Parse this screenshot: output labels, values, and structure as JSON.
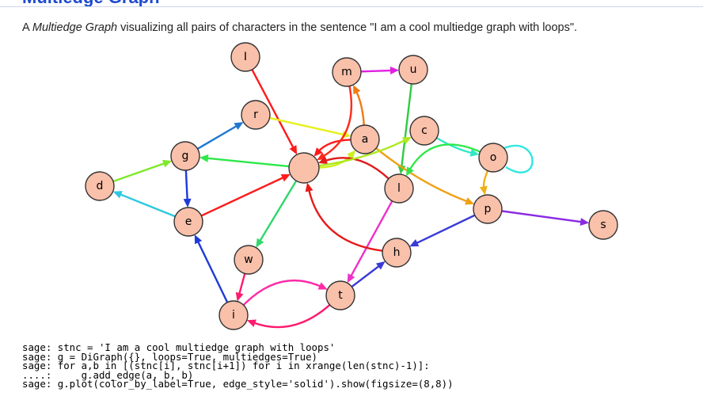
{
  "section": {
    "heading": "Multiedge Graph",
    "description": {
      "prefix": "A ",
      "emphasis": "Multiedge Graph",
      "suffix": " visualizing all pairs of characters in the sentence \"I am a cool multiedge graph with loops\"."
    }
  },
  "graph": {
    "node_fill": "#f9c0aa",
    "node_stroke": "#333333",
    "nodes": [
      {
        "id": "I",
        "label": "I"
      },
      {
        "id": "m",
        "label": "m"
      },
      {
        "id": "u",
        "label": "u"
      },
      {
        "id": "r",
        "label": "r"
      },
      {
        "id": "a",
        "label": "a"
      },
      {
        "id": "c",
        "label": "c"
      },
      {
        "id": "g",
        "label": "g"
      },
      {
        "id": "space",
        "label": ""
      },
      {
        "id": "o",
        "label": "o"
      },
      {
        "id": "d",
        "label": "d"
      },
      {
        "id": "l",
        "label": "l"
      },
      {
        "id": "p",
        "label": "p"
      },
      {
        "id": "e",
        "label": "e"
      },
      {
        "id": "s",
        "label": "s"
      },
      {
        "id": "h",
        "label": "h"
      },
      {
        "id": "w",
        "label": "w"
      },
      {
        "id": "t",
        "label": "t"
      },
      {
        "id": "i",
        "label": "i"
      }
    ],
    "edges": [
      {
        "from": "I",
        "to": "space",
        "color": "#ff1a1a"
      },
      {
        "from": "m",
        "to": "u",
        "color": "#e020e0"
      },
      {
        "from": "u",
        "to": "l",
        "color": "#2ecc40"
      },
      {
        "from": "r",
        "to": "a",
        "color": "#e6f01e"
      },
      {
        "from": "space",
        "to": "g",
        "color": "#2ee84a"
      },
      {
        "from": "g",
        "to": "r",
        "color": "#1f78d1"
      },
      {
        "from": "d",
        "to": "g",
        "color": "#7fe82b"
      },
      {
        "from": "g",
        "to": "e",
        "color": "#1f3ad8"
      },
      {
        "from": "e",
        "to": "d",
        "color": "#2ec8e0"
      },
      {
        "from": "e",
        "to": "space",
        "color": "#ff1a1a"
      },
      {
        "from": "space",
        "to": "w",
        "color": "#2ed86a"
      },
      {
        "from": "w",
        "to": "i",
        "color": "#ff1a6e"
      },
      {
        "from": "i",
        "to": "e",
        "color": "#1f3ad8"
      },
      {
        "from": "i",
        "to": "t",
        "color": "#ff2aa8"
      },
      {
        "from": "t",
        "to": "i",
        "color": "#ff1a6e"
      },
      {
        "from": "t",
        "to": "h",
        "color": "#3a3ad8"
      },
      {
        "from": "l",
        "to": "t",
        "color": "#ee30c8"
      },
      {
        "from": "p",
        "to": "s",
        "color": "#8a2be2"
      },
      {
        "from": "p",
        "to": "h",
        "color": "#3a3ad8"
      },
      {
        "from": "h",
        "to": "space",
        "color": "#e81a1a"
      },
      {
        "from": "a",
        "to": "space",
        "color": "#ff1a1a"
      },
      {
        "from": "space",
        "to": "a",
        "color": "#ccf01e"
      },
      {
        "from": "a",
        "to": "m",
        "color": "#f07a14"
      },
      {
        "from": "m",
        "to": "space",
        "color": "#ff2a1a"
      },
      {
        "from": "a",
        "to": "p",
        "color": "#f0a014"
      },
      {
        "from": "c",
        "to": "o",
        "color": "#2ee8c8"
      },
      {
        "from": "o",
        "to": "p",
        "color": "#f0b014"
      },
      {
        "from": "o",
        "to": "o",
        "color": "#2ee8e0"
      },
      {
        "from": "o",
        "to": "l",
        "color": "#2ee84a"
      },
      {
        "from": "l",
        "to": "space",
        "color": "#e01a1a"
      },
      {
        "from": "space",
        "to": "c",
        "color": "#aee81e"
      }
    ]
  },
  "code": {
    "lines": [
      "sage: stnc = 'I am a cool multiedge graph with loops'",
      "sage: g = DiGraph({}, loops=True, multiedges=True)",
      "sage: for a,b in [(stnc[i], stnc[i+1]) for i in xrange(len(stnc)-1)]:",
      "....:     g.add_edge(a, b, b)",
      "sage: g.plot(color_by_label=True, edge_style='solid').show(figsize=(8,8))"
    ]
  }
}
